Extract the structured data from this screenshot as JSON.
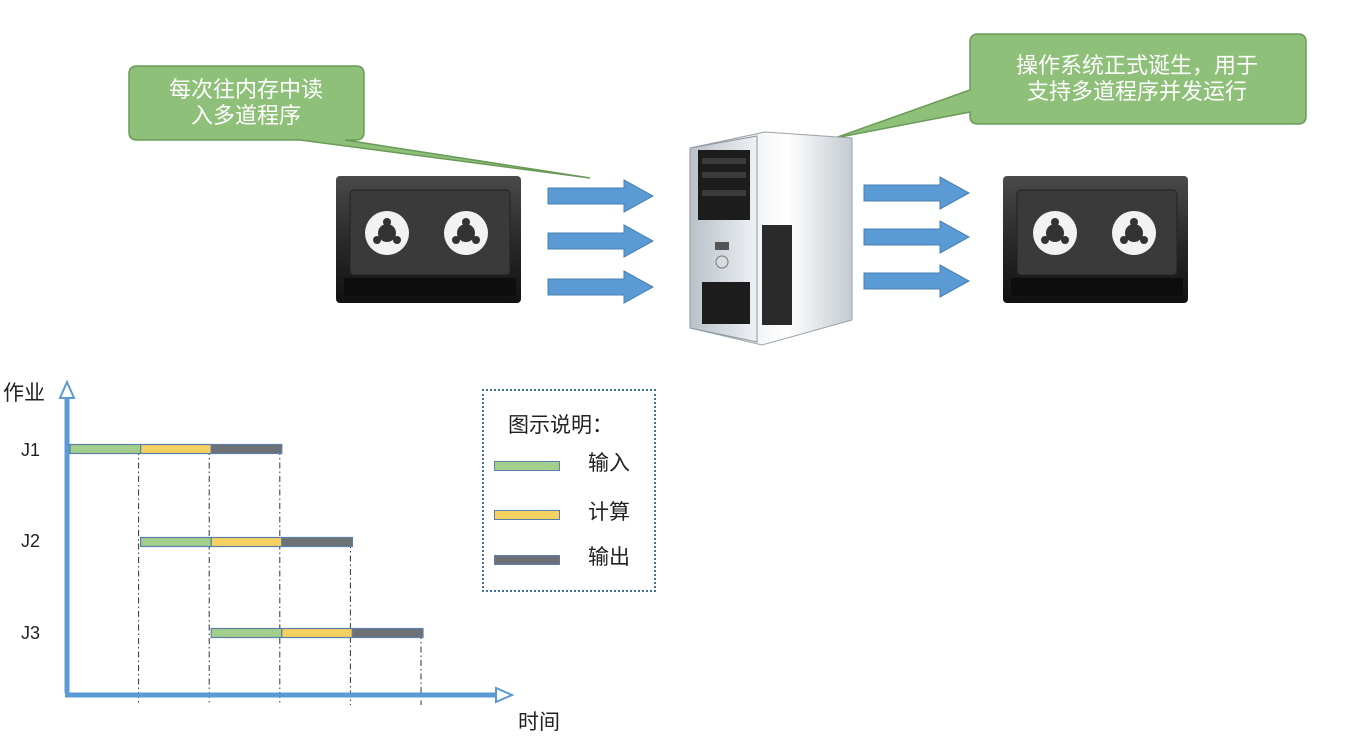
{
  "callouts": {
    "left": {
      "lines": [
        "每次往内存中读",
        "入多道程序"
      ]
    },
    "right": {
      "lines": [
        "操作系统正式诞生，用于",
        "支持多道程序并发运行"
      ]
    }
  },
  "icons": {
    "tape_input": "tape-drive-icon",
    "tape_output": "tape-drive-icon",
    "computer": "tower-computer-icon",
    "arrows": "right-arrow-icon"
  },
  "colors": {
    "callout_fill": "#8fc07a",
    "callout_stroke": "#6a9a58",
    "arrow": "#5b9bd5",
    "axis": "#5b9bd5",
    "input": "#a3cf8c",
    "compute": "#f5d162",
    "output": "#6d7175"
  },
  "legend": {
    "title": "图示说明：",
    "items": [
      {
        "label": "输入",
        "color": "#a3cf8c"
      },
      {
        "label": "计算",
        "color": "#f5d162"
      },
      {
        "label": "输出",
        "color": "#6d7175"
      }
    ]
  },
  "chart_data": {
    "type": "gantt",
    "ylabel": "作业",
    "xlabel": "时间",
    "jobs": [
      {
        "label": "J1",
        "phases": [
          {
            "phase": "输入",
            "start": 0,
            "end": 1
          },
          {
            "phase": "计算",
            "start": 1,
            "end": 2
          },
          {
            "phase": "输出",
            "start": 2,
            "end": 3
          }
        ]
      },
      {
        "label": "J2",
        "phases": [
          {
            "phase": "输入",
            "start": 1,
            "end": 2
          },
          {
            "phase": "计算",
            "start": 2,
            "end": 3
          },
          {
            "phase": "输出",
            "start": 3,
            "end": 4
          }
        ]
      },
      {
        "label": "J3",
        "phases": [
          {
            "phase": "输入",
            "start": 2,
            "end": 3
          },
          {
            "phase": "计算",
            "start": 3,
            "end": 4
          },
          {
            "phase": "输出",
            "start": 4,
            "end": 5
          }
        ]
      }
    ],
    "grid": "dash-dot vertical lines at each phase boundary",
    "legend": "right"
  }
}
